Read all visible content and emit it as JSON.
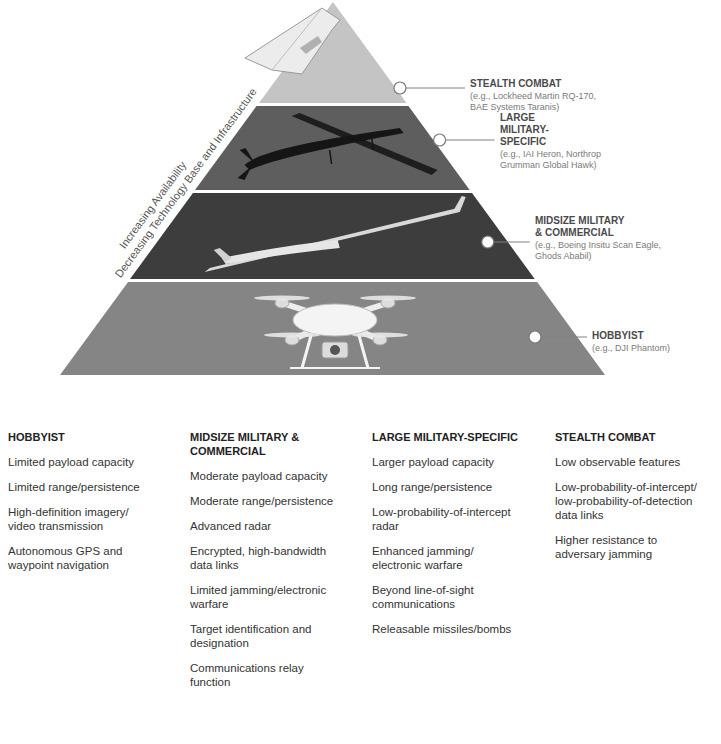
{
  "diagram": {
    "nodes": [
      {
        "text": [
          "STEALTH COMBAT",
          "(e.g., Lockheed Martin RQ-170, BAE Systems Taranis)"
        ]
      },
      {
        "text": [
          "LARGE MILITARY-SPECIFIC",
          "(e.g., IAI Heron, Northrop Grumman Global Hawk)"
        ]
      },
      {
        "text": [
          "MIDSIZE MILITARY & COMMERCIAL",
          "(e.g., Boeing Insitu Scan Eagle, Ghods Ababil)"
        ]
      },
      {
        "text": [
          "HOBBYIST",
          "(e.g., DJI Phantom)"
        ]
      }
    ],
    "labels": [
      "Increasing Availability",
      "Decreasing Technology Base and Infrastructure",
      "HOBBYIST",
      "Limited payload capacity",
      "Limited range/persistence",
      "High-definition imagery/ video transmission",
      "Autonomous GPS and waypoint navigation",
      "MIDSIZE MILITARY & COMMERCIAL",
      "Moderate payload capacity",
      "Moderate range/persistence",
      "Advanced radar",
      "Encrypted, high-bandwidth data links",
      "Limited jamming/electronic warfare",
      "Target identification and designation",
      "Communications relay function",
      "LARGE MILITARY-SPECIFIC",
      "Larger payload capacity",
      "Long range/persistence",
      "Low-probability-of-intercept radar",
      "Enhanced jamming/ electronic warfare",
      "Beyond line-of-sight communications",
      "Releasable missiles/bombs",
      "STEALTH COMBAT",
      "Low observable features",
      "Low-probability-of-intercept/ low-probability-of-detection data links",
      "Higher resistance to adversary jamming"
    ]
  }
}
